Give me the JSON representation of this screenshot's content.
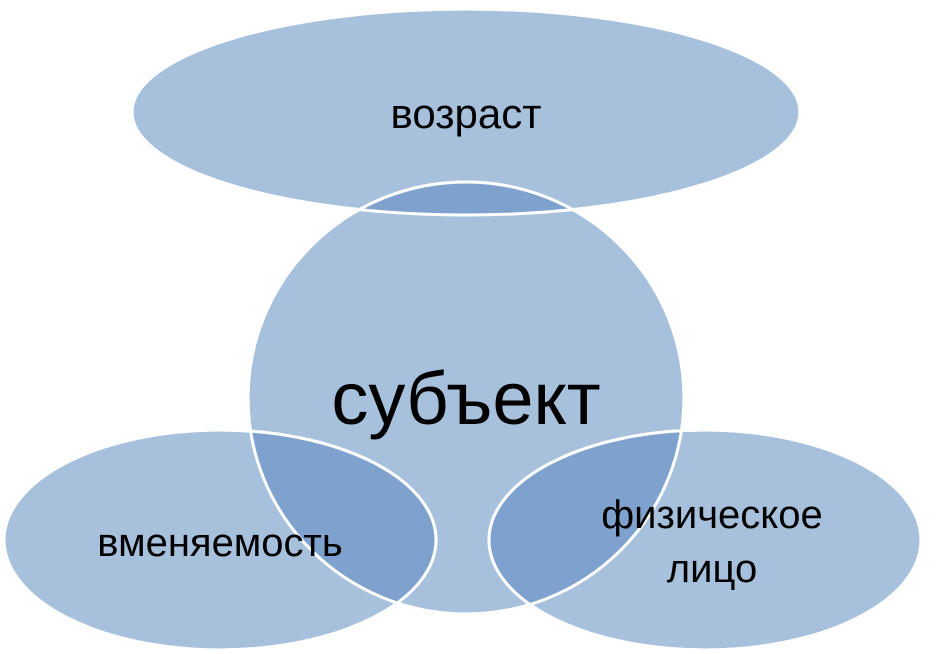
{
  "diagram": {
    "center": {
      "label": "субъект"
    },
    "top": {
      "label": "возраст"
    },
    "bottom_left": {
      "label": "вменяемость"
    },
    "bottom_right": {
      "line1": "физическое",
      "line2": "лицо"
    }
  },
  "colors": {
    "fill": "#a7c0dc",
    "overlap": "#7ea2cd",
    "stroke": "#ffffff",
    "text": "#000000"
  }
}
